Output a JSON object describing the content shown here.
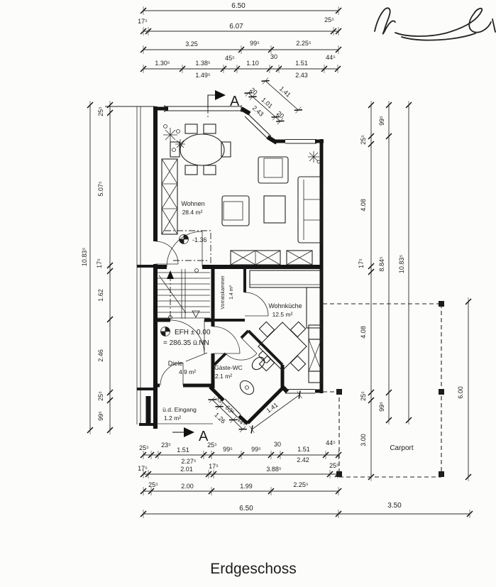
{
  "drawing": {
    "title": "Erdgeschoss",
    "section_label": "A",
    "rooms": {
      "wohnen": {
        "name": "Wohnen",
        "area": "28.4 m²"
      },
      "vorratskammer": {
        "name": "Vorratskammer",
        "area": "1.4 m²"
      },
      "wohnkueche": {
        "name": "Wohnküche",
        "area": "12.5 m²"
      },
      "diele": {
        "name": "Diele",
        "area": "4.9 m²"
      },
      "gaeste_wc": {
        "name": "Gäste-WC",
        "area": "2.1 m²"
      },
      "eingang": {
        "name": "ü.d. Eingang",
        "area": "1.2 m²"
      },
      "carport": {
        "name": "Carport"
      }
    },
    "levels": {
      "ground": "EFH ± 0.00",
      "sea": "= 286.35 ü.NN",
      "sunken": "-1.36"
    },
    "dims": {
      "t1": [
        "6.50"
      ],
      "t1_side": [
        "17⁵",
        "25⁵"
      ],
      "t2": [
        "6.07"
      ],
      "t3": [
        "3.25",
        "99⁵",
        "2.25⁵"
      ],
      "t4": [
        "1.30⁵",
        "1.38⁵",
        "45⁵",
        "1.10",
        "30",
        "1.51",
        "44⁵"
      ],
      "t4b": [
        "1.49⁵",
        "2.43"
      ],
      "diag_top": [
        "1.41",
        "20",
        "1.01",
        "20",
        "2.43"
      ],
      "left": [
        "10.83⁵",
        "25⁵",
        "5.07⁵",
        "17⁵",
        "1.62",
        "2.46",
        "25⁵",
        "99⁵"
      ],
      "right1": [
        "25⁵",
        "4.08",
        "17⁵",
        "4.08",
        "25⁵",
        "3.00"
      ],
      "right2": [
        "99⁵",
        "8.84⁵",
        "99⁵"
      ],
      "right3": [
        "10.83⁵"
      ],
      "right4": [
        "6.00"
      ],
      "b1": [
        "25⁵",
        "23⁵",
        "1.51",
        "25⁵",
        "99⁵",
        "99⁵",
        "30",
        "1.51",
        "44⁵"
      ],
      "b1b": [
        "2.27⁵",
        "2.42"
      ],
      "b2": [
        "17⁵",
        "2.01",
        "17⁵",
        "3.88⁵",
        "25⁵"
      ],
      "b3": [
        "25⁵",
        "2.00",
        "1.99",
        "2.25⁵"
      ],
      "b4": [
        "6.50",
        "3.50"
      ],
      "diag_bottom": [
        "33",
        "63⁵",
        "44⁵",
        "1.26",
        "1.41"
      ]
    },
    "colors": {
      "paper": "#fcfcfa",
      "ink": "#1d1d1d"
    }
  }
}
